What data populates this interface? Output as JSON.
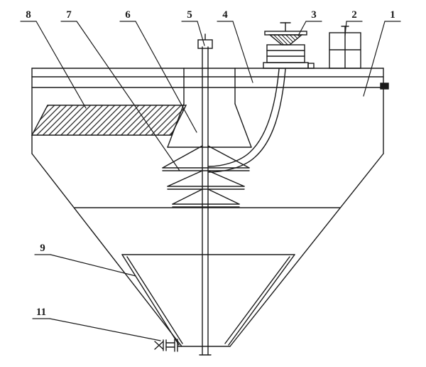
{
  "drawing": {
    "background_color": "#ffffff",
    "line_color": "#1a1a1a",
    "callouts": {
      "c1": {
        "label": "1"
      },
      "c2": {
        "label": "2"
      },
      "c3": {
        "label": "3"
      },
      "c4": {
        "label": "4"
      },
      "c5": {
        "label": "5"
      },
      "c6": {
        "label": "6"
      },
      "c7": {
        "label": "7"
      },
      "c8": {
        "label": "8"
      },
      "c9": {
        "label": "9"
      },
      "c11": {
        "label": "11"
      }
    }
  }
}
